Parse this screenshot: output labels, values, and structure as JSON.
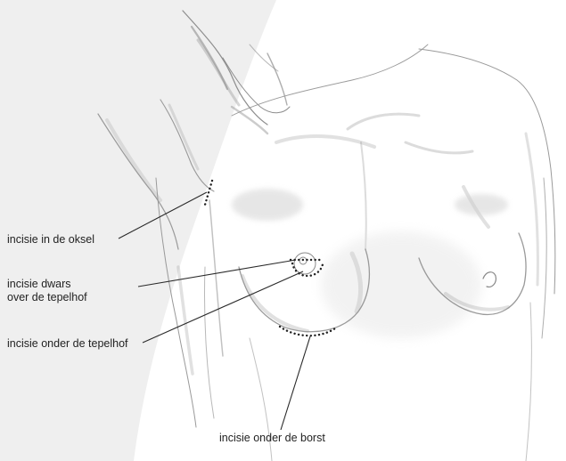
{
  "colors": {
    "background_panel": "#efefef",
    "sketch": "#9a9a9a",
    "leader_line": "#2a2a2a",
    "incision_dots": "#222222",
    "label_text": "#222222"
  },
  "labels": {
    "oksel": "incisie in de oksel",
    "dwars_line1": "incisie dwars",
    "dwars_line2": "over de tepelhof",
    "onder_tepelhof": "incisie onder de tepelhof",
    "onder_borst": "incisie onder de borst"
  }
}
